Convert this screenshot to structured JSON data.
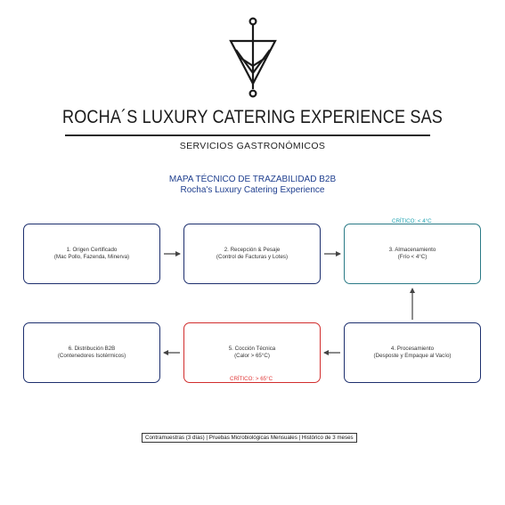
{
  "header": {
    "company_name": "ROCHA´S LUXURY CATERING EXPERIENCE SAS",
    "tagline": "SERVICIOS GASTRONÓMICOS",
    "logo_icon": "triangle-arrow-logo-icon"
  },
  "diagram": {
    "title": "MAPA TÉCNICO DE TRAZABILIDAD B2B",
    "subtitle": "Rocha's Luxury Catering Experience",
    "steps": [
      {
        "line1": "1. Origen Certificado",
        "line2": "(Mac Pollo, Fazenda, Minerva)"
      },
      {
        "line1": "2. Recepción & Pesaje",
        "line2": "(Control de Facturas y Lotes)"
      },
      {
        "line1": "3. Almacenamiento",
        "line2": "(Frío < 4°C)"
      },
      {
        "line1": "4. Procesamiento",
        "line2": "(Desposte y Empaque al Vacío)"
      },
      {
        "line1": "5. Cocción Técnica",
        "line2": "(Calor > 65°C)"
      },
      {
        "line1": "6. Distribución B2B",
        "line2": "(Contenedores Isotérmicos)"
      }
    ],
    "critical_cold": "CRÍTICO: < 4°C",
    "critical_hot": "CRÍTICO: > 65°C",
    "colors": {
      "box_border": "#1d2f6e",
      "cold_border": "#2a7a86",
      "hot_border": "#d12d2d",
      "cold_text": "#1fa3b2",
      "hot_text": "#e03a3a",
      "title": "#1f3f8f"
    }
  },
  "footer": {
    "note": "Contramuestras (3 días) | Pruebas Microbiológicas Mensuales | Histórico de 3 meses"
  }
}
